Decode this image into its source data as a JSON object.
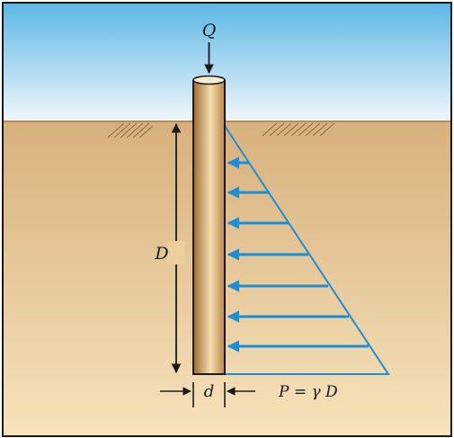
{
  "labels": {
    "load": "Q",
    "depth": "D",
    "diameter": "d",
    "pressure": "P = γ D"
  },
  "colors": {
    "sky_top": "#5bb7e6",
    "sky_bottom": "#f1f7fb",
    "soil_top": "#d8b07c",
    "soil_bottom": "#f6e3bc",
    "pile_dark": "#9c6a2e",
    "pile_light": "#f6dfb2",
    "pressure_arrows": "#1b8fd6",
    "frame": "#1a1a1a"
  },
  "icons": {
    "load_arrow": "down-arrow-icon",
    "pressure_arrows": "left-arrow-icon",
    "ground_hatch": "ground-hatch-icon"
  }
}
